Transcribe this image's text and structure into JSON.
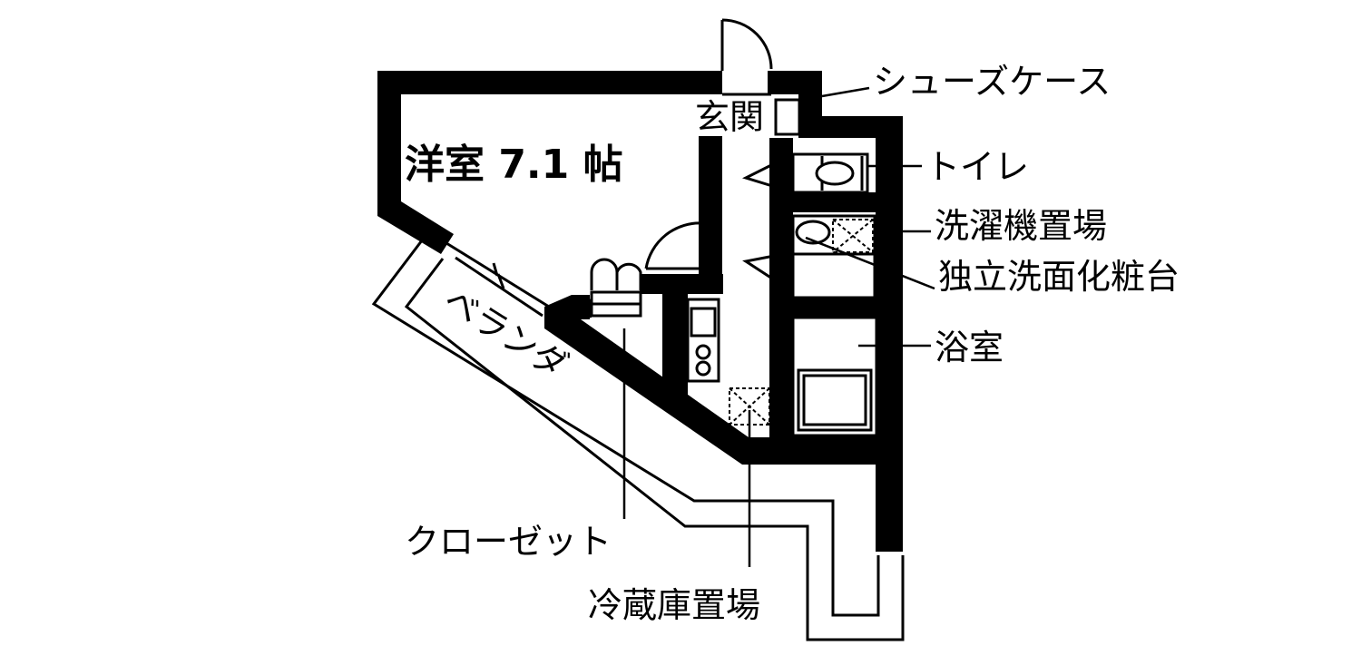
{
  "plan": {
    "room": {
      "label": "洋室 7.1 帖"
    },
    "entrance": {
      "label": "玄関"
    },
    "veranda": {
      "label": "ベランダ"
    },
    "callouts": {
      "shoe_case": "シューズケース",
      "toilet": "トイレ",
      "washer_space": "洗濯機置場",
      "vanity": "独立洗面化粧台",
      "bathroom": "浴室",
      "closet": "クローゼット",
      "fridge_space": "冷蔵庫置場"
    },
    "colors": {
      "wall": "#000000",
      "background": "#ffffff"
    }
  }
}
